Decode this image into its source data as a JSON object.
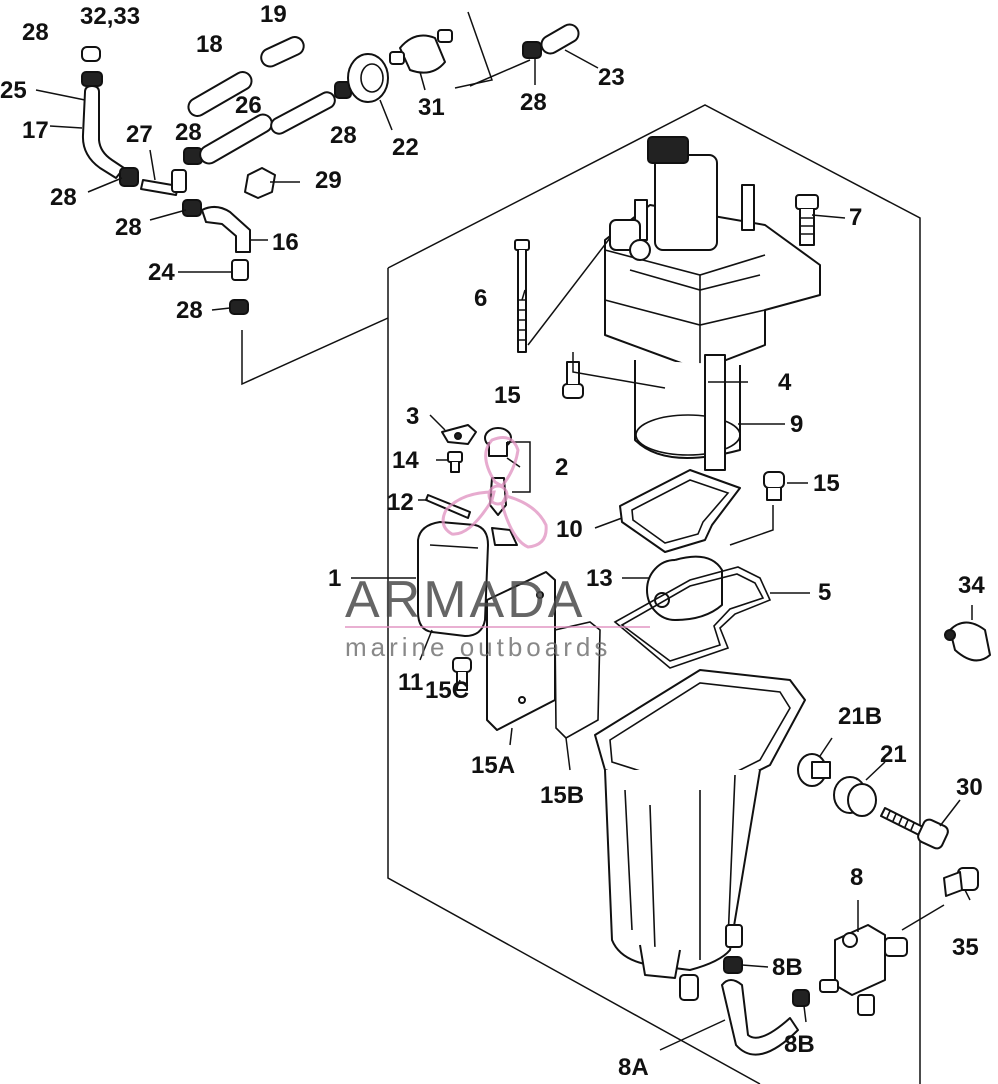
{
  "callouts": [
    {
      "id": "p1",
      "text": "1"
    },
    {
      "id": "p2",
      "text": "2"
    },
    {
      "id": "p3",
      "text": "3"
    },
    {
      "id": "p4",
      "text": "4"
    },
    {
      "id": "p5",
      "text": "5"
    },
    {
      "id": "p6",
      "text": "6"
    },
    {
      "id": "p7",
      "text": "7"
    },
    {
      "id": "p8",
      "text": "8"
    },
    {
      "id": "p8a",
      "text": "8A"
    },
    {
      "id": "p8b1",
      "text": "8B"
    },
    {
      "id": "p8b2",
      "text": "8B"
    },
    {
      "id": "p9",
      "text": "9"
    },
    {
      "id": "p10",
      "text": "10"
    },
    {
      "id": "p11",
      "text": "11"
    },
    {
      "id": "p12",
      "text": "12"
    },
    {
      "id": "p13",
      "text": "13"
    },
    {
      "id": "p14",
      "text": "14"
    },
    {
      "id": "p15a",
      "text": "15"
    },
    {
      "id": "p15b",
      "text": "15"
    },
    {
      "id": "p15A",
      "text": "15A"
    },
    {
      "id": "p15B",
      "text": "15B"
    },
    {
      "id": "p15C",
      "text": "15C"
    },
    {
      "id": "p16",
      "text": "16"
    },
    {
      "id": "p17",
      "text": "17"
    },
    {
      "id": "p18",
      "text": "18"
    },
    {
      "id": "p19",
      "text": "19"
    },
    {
      "id": "p21",
      "text": "21"
    },
    {
      "id": "p21B",
      "text": "21B"
    },
    {
      "id": "p22",
      "text": "22"
    },
    {
      "id": "p23",
      "text": "23"
    },
    {
      "id": "p24",
      "text": "24"
    },
    {
      "id": "p25",
      "text": "25"
    },
    {
      "id": "p26",
      "text": "26"
    },
    {
      "id": "p27",
      "text": "27"
    },
    {
      "id": "p28a",
      "text": "28"
    },
    {
      "id": "p28b",
      "text": "28"
    },
    {
      "id": "p28c",
      "text": "28"
    },
    {
      "id": "p28d",
      "text": "28"
    },
    {
      "id": "p28e",
      "text": "28"
    },
    {
      "id": "p28f",
      "text": "28"
    },
    {
      "id": "p28g",
      "text": "28"
    },
    {
      "id": "p29",
      "text": "29"
    },
    {
      "id": "p30",
      "text": "30"
    },
    {
      "id": "p31",
      "text": "31"
    },
    {
      "id": "p3233",
      "text": "32,33"
    },
    {
      "id": "p34",
      "text": "34"
    },
    {
      "id": "p35",
      "text": "35"
    }
  ],
  "watermark": {
    "brand": "ARMADA",
    "tagline": "marine outboards",
    "logo_color": "#e090c0"
  }
}
